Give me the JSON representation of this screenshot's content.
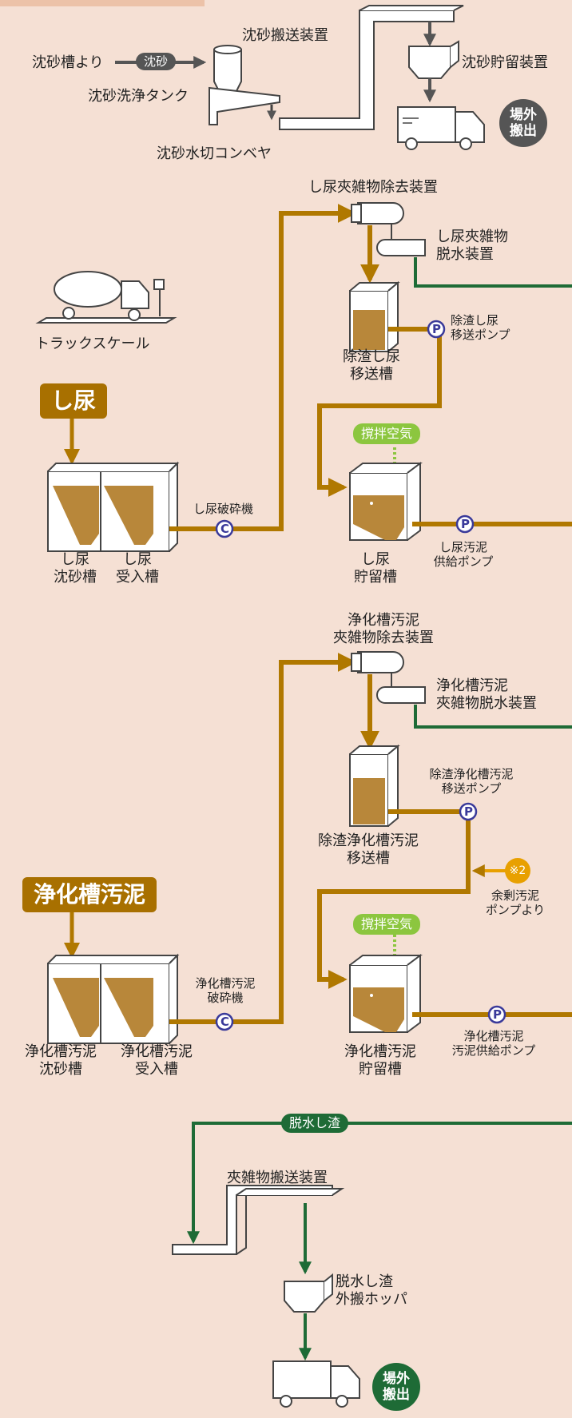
{
  "top": {
    "from_grit_tank": "沈砂槽より",
    "grit_pill": "沈砂",
    "grit_conveyor_device": "沈砂搬送装置",
    "grit_storage_device": "沈砂貯留装置",
    "grit_wash_tank": "沈砂洗浄タンク",
    "grit_dewater_conveyor": "沈砂水切コンベヤ",
    "haul_out": "場外\n搬出"
  },
  "shinyo": {
    "debris_remover": "し尿夾雑物除去装置",
    "debris_dewater": "し尿夾雑物\n脱水装置",
    "truck_scale": "トラックスケール",
    "transfer_tank": "除渣し尿\n移送槽",
    "transfer_pump": "除渣し尿\n移送ポンプ",
    "tag": "し尿",
    "agitation_air": "撹拌空気",
    "grit_tank": "し尿\n沈砂槽",
    "receiving_tank": "し尿\n受入槽",
    "crusher": "し尿破砕機",
    "storage_tank": "し尿\n貯留槽",
    "supply_pump": "し尿汚泥\n供給ポンプ"
  },
  "johkaso": {
    "debris_remover": "浄化槽汚泥\n夾雑物除去装置",
    "debris_dewater": "浄化槽汚泥\n夾雑物脱水装置",
    "transfer_pump": "除渣浄化槽汚泥\n移送ポンプ",
    "transfer_tank": "除渣浄化槽汚泥\n移送槽",
    "note_mark": "※2",
    "excess_sludge": "余剰汚泥\nポンプより",
    "tag": "浄化槽汚泥",
    "agitation_air": "撹拌空気",
    "crusher": "浄化槽汚泥\n破砕機",
    "grit_tank": "浄化槽汚泥\n沈砂槽",
    "receiving_tank": "浄化槽汚泥\n受入槽",
    "storage_tank": "浄化槽汚泥\n貯留槽",
    "supply_pump": "浄化槽汚泥\n汚泥供給ポンプ"
  },
  "bottom": {
    "dewatered_pill": "脱水し渣",
    "debris_conveyor": "夾雑物搬送装置",
    "hopper": "脱水し渣\n外搬ホッパ",
    "haul_out": "場外\n搬出"
  },
  "symbols": {
    "pump": "P",
    "crusher": "C"
  },
  "colors": {
    "background": "#f5e0d4",
    "flow_brown": "#b07800",
    "flow_green": "#1e6b36",
    "sludge": "#b8873a",
    "air_green": "#8cc63f",
    "gray": "#555555"
  }
}
